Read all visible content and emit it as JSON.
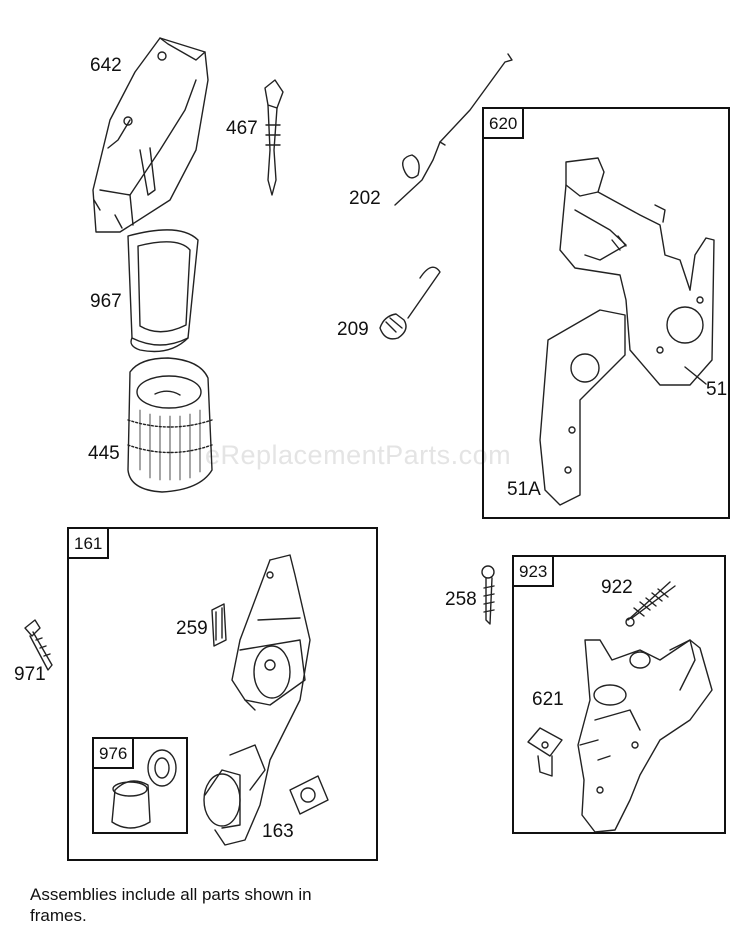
{
  "watermark": "eReplacementParts.com",
  "frames": {
    "f620": "620",
    "f161": "161",
    "f923": "923",
    "f976": "976"
  },
  "parts": {
    "p642": "642",
    "p467": "467",
    "p202": "202",
    "p967": "967",
    "p209": "209",
    "p445": "445",
    "p51": "51",
    "p51a": "51A",
    "p258": "258",
    "p922": "922",
    "p259": "259",
    "p971": "971",
    "p621": "621",
    "p163": "163"
  },
  "note": "Assemblies include all parts shown in frames."
}
